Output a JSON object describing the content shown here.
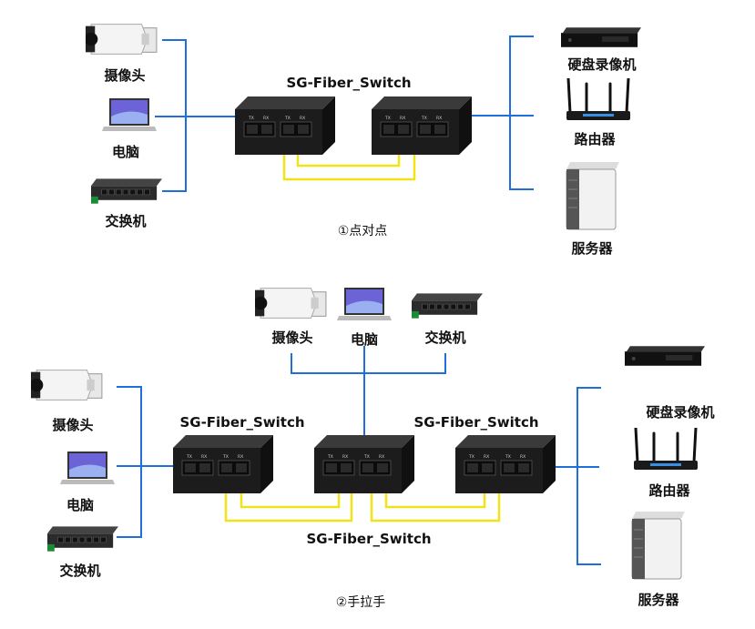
{
  "diagram1": {
    "left_devices": [
      "摄像头",
      "电脑",
      "交换机"
    ],
    "right_devices": [
      "硬盘录像机",
      "路由器",
      "服务器"
    ],
    "switch_title": "SG-Fiber_Switch",
    "caption": "①点对点"
  },
  "diagram2": {
    "top_devices": [
      "摄像头",
      "电脑",
      "交换机"
    ],
    "left_devices": [
      "摄像头",
      "电脑",
      "交换机"
    ],
    "right_devices": [
      "硬盘录像机",
      "路由器",
      "服务器"
    ],
    "switch_title_left": "SG-Fiber_Switch",
    "switch_title_right": "SG-Fiber_Switch",
    "switch_title_center": "SG-Fiber_Switch",
    "caption": "②手拉手"
  },
  "port_labels": [
    "TX",
    "RX",
    "TX",
    "RX"
  ],
  "colors": {
    "ethernet": "#1e6fd9",
    "fiber": "#f2e318",
    "switch": "#1c1c1c"
  }
}
